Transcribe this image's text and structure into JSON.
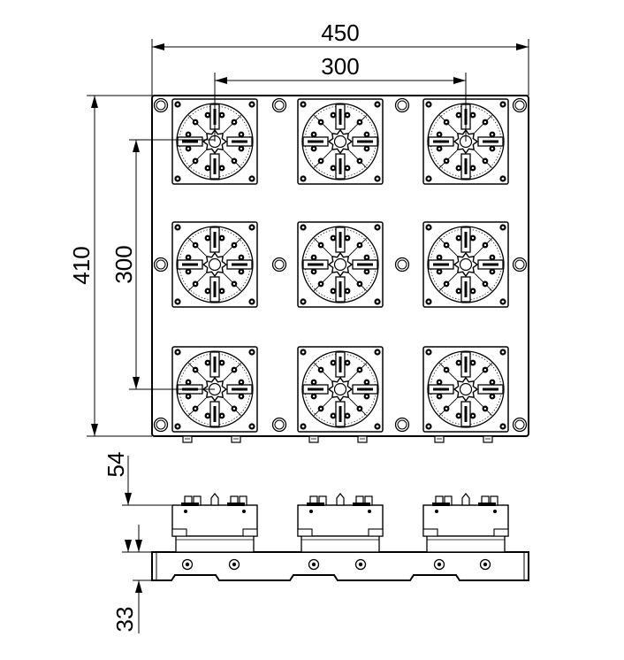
{
  "dimensions": {
    "overall_width": "450",
    "chuck_pitch_horizontal": "300",
    "overall_height": "410",
    "chuck_pitch_vertical": "300",
    "module_height": "54",
    "base_height": "33"
  },
  "plan_view": {
    "chuck_grid": {
      "rows": 3,
      "cols": 3
    }
  },
  "side_view": {
    "chuck_count": 3
  }
}
